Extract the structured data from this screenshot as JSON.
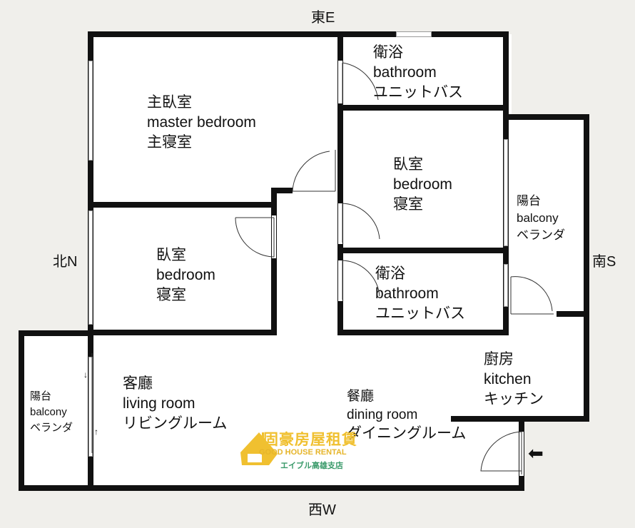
{
  "compass": {
    "east": "東E",
    "west": "西W",
    "north": "北N",
    "south": "南S"
  },
  "rooms": {
    "bath1": [
      "衛浴",
      "bathroom",
      "ユニットバス"
    ],
    "master": [
      "主臥室",
      "master bedroom",
      "主寝室"
    ],
    "bed1": [
      "臥室",
      "bedroom",
      "寝室"
    ],
    "bed2": [
      "臥室",
      "bedroom",
      "寝室"
    ],
    "balcony_e": [
      "陽台",
      "balcony",
      "ベランダ"
    ],
    "bath2": [
      "衛浴",
      "bathroom",
      "ユニットバス"
    ],
    "kitchen": [
      "廚房",
      "kitchen",
      "キッチン"
    ],
    "living": [
      "客廳",
      "living room",
      "リビングルーム"
    ],
    "dining": [
      "餐廳",
      "dining room",
      "ダイニングルーム"
    ],
    "balcony_w": [
      "陽台",
      "balcony",
      "ベランダ"
    ]
  },
  "logo": {
    "name_zh": "固豪房屋租賃",
    "name_en": "GOOD HOUSE RENTAL",
    "name_ja": "エイブル高雄支店",
    "color": "#f0c030"
  },
  "entrance_arrow": "⬅"
}
